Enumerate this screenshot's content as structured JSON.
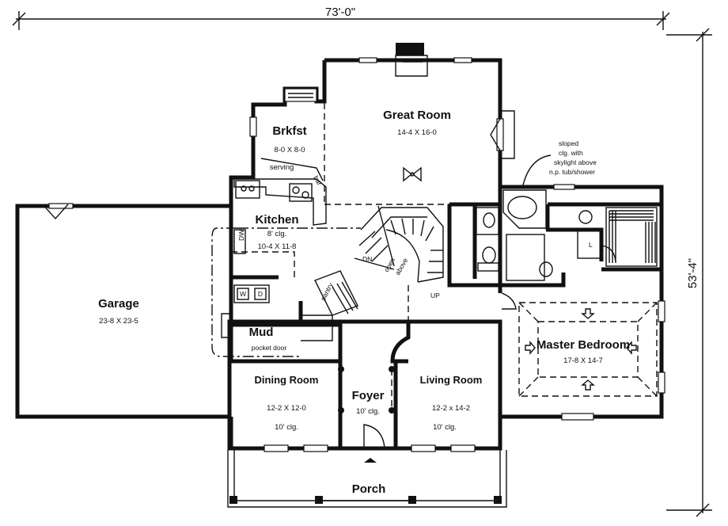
{
  "dimensions": {
    "width": "73'-0\"",
    "depth": "53'-4\""
  },
  "rooms": {
    "great_room": {
      "name": "Great Room",
      "size": "14-4 X 16-0"
    },
    "brkfst": {
      "name": "Brkfst",
      "size": "8-0 X 8-0",
      "note": "serving",
      "bar": "bar"
    },
    "kitchen": {
      "name": "Kitchen",
      "note": "8' clg.",
      "size": "10-4 X 11-8",
      "dw": "DW",
      "pantry": "pantry"
    },
    "garage": {
      "name": "Garage",
      "size": "23-8 X 23-5"
    },
    "mud": {
      "name": "Mud",
      "note": "pocket door",
      "washer": "W",
      "dryer": "D"
    },
    "dining": {
      "name": "Dining Room",
      "size": "12-2 X 12-0",
      "note": "10' clg."
    },
    "foyer": {
      "name": "Foyer",
      "note": "10' clg."
    },
    "living": {
      "name": "Living Room",
      "size": "12-2 x 14-2",
      "note": "10' clg."
    },
    "master": {
      "name": "Master Bedroom",
      "size": "17-8 X 14-7"
    },
    "porch": {
      "name": "Porch"
    }
  },
  "stairs": {
    "down": "DN",
    "open": "open",
    "above": "above",
    "up": "UP"
  },
  "bath_note": [
    "sloped",
    "clg. with",
    "skylight above",
    "n.p. tub/shower"
  ],
  "closet_mark": "L"
}
